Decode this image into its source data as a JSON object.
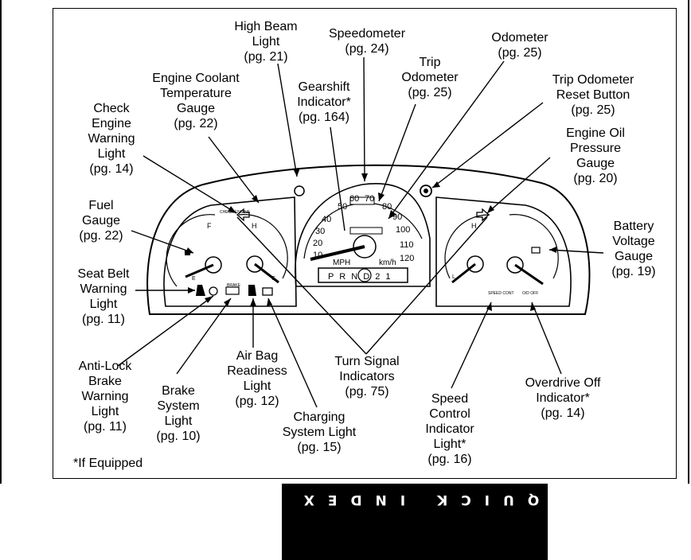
{
  "labels": {
    "high_beam": "High Beam\nLight\n(pg. 21)",
    "speedometer": "Speedometer\n(pg. 24)",
    "odometer": "Odometer\n(pg. 25)",
    "coolant": "Engine Coolant\nTemperature\nGauge\n(pg. 22)",
    "gearshift": "Gearshift\nIndicator*\n(pg. 164)",
    "trip_odometer": "Trip\nOdometer\n(pg. 25)",
    "trip_reset": "Trip Odometer\nReset Button\n(pg. 25)",
    "check_engine": "Check\nEngine\nWarning\nLight\n(pg. 14)",
    "oil_pressure": "Engine Oil\nPressure\nGauge\n(pg. 20)",
    "fuel_gauge": "Fuel\nGauge\n(pg. 22)",
    "battery": "Battery\nVoltage\nGauge\n(pg. 19)",
    "seat_belt": "Seat Belt\nWarning\nLight\n(pg. 11)",
    "abs": "Anti-Lock\nBrake\nWarning\nLight\n(pg. 11)",
    "brake_system": "Brake\nSystem\nLight\n(pg. 10)",
    "air_bag": "Air Bag\nReadiness\nLight\n(pg. 12)",
    "charging": "Charging\nSystem Light\n(pg. 15)",
    "turn_signal": "Turn Signal\nIndicators\n(pg. 75)",
    "speed_control": "Speed\nControl\nIndicator\nLight*\n(pg. 16)",
    "overdrive": "Overdrive Off\nIndicator*\n(pg. 14)",
    "if_equipped": "*If Equipped"
  },
  "cluster": {
    "speedo_ticks": [
      "10",
      "20",
      "30",
      "40",
      "50",
      "60",
      "70",
      "80",
      "90",
      "100",
      "110",
      "120"
    ],
    "mph_label": "MPH",
    "kmh_label": "km/h",
    "gear_display": "P R N D 2 1",
    "fuel_f": "F",
    "fuel_e": "E",
    "temp_h": "H",
    "temp_c": "C",
    "oil_h": "H",
    "oil_l": "L",
    "check_engine_text": "CHECK ENGINE",
    "brake_text": "BRAKE",
    "speed_cont_text": "SPEED CONT",
    "od_off_text": "O/D OFF"
  },
  "side_tab": {
    "text": "QUICK INDEX"
  }
}
